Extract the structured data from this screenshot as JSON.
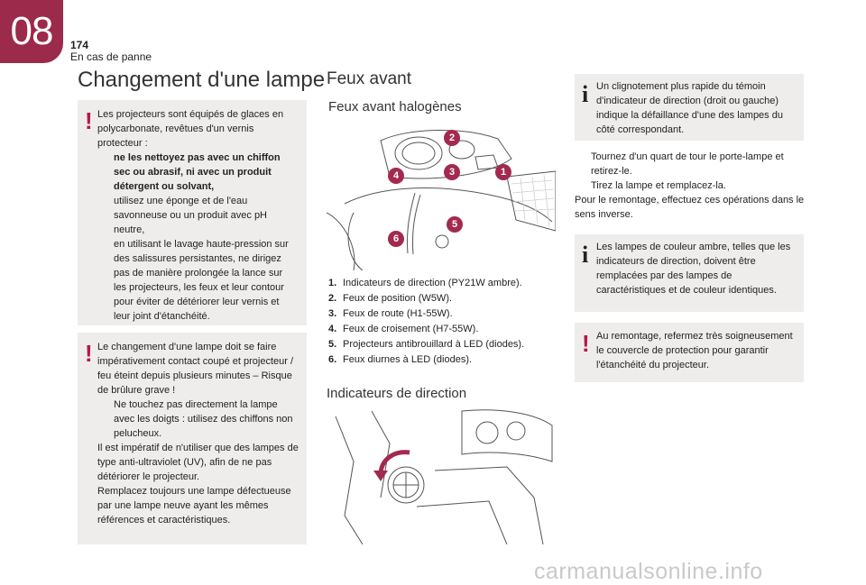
{
  "header": {
    "chapter_number": "08",
    "page_number": "174",
    "chapter_name": "En cas de panne"
  },
  "left": {
    "title": "Changement d'une lampe",
    "warning1": {
      "intro": "Les projecteurs sont équipés de glaces en polycarbonate, revêtues d'un vernis protecteur :",
      "bullets": [
        "ne les nettoyez pas avec un chiffon sec ou abrasif, ni avec un produit détergent ou solvant,",
        "utilisez une éponge et de l'eau savonneuse ou un produit avec pH neutre,",
        "en utilisant le lavage haute-pression sur des salissures persistantes, ne dirigez pas de manière prolongée la lance sur les projecteurs, les feux et leur contour pour éviter de détériorer leur vernis et leur joint d'étanchéité."
      ]
    },
    "warning2": {
      "intro": "Le changement d'une lampe doit se faire impérativement contact coupé et projecteur / feu éteint depuis plusieurs minutes – Risque de brûlure grave !",
      "bullet": "Ne touchez pas directement la lampe avec les doigts : utilisez des chiffons non pelucheux.",
      "para1": "Il est impératif de n'utiliser que des lampes de type anti-ultraviolet (UV), afin de ne pas détériorer le projecteur.",
      "para2": "Remplacez toujours une lampe défectueuse par une lampe neuve ayant les mêmes références et caractéristiques."
    }
  },
  "middle": {
    "title": "Feux avant",
    "subtitle_halogen": "Feux avant halogènes",
    "callouts": [
      "1",
      "2",
      "3",
      "4",
      "5",
      "6"
    ],
    "list": [
      {
        "num": "1.",
        "text": "Indicateurs de direction (PY21W ambre)."
      },
      {
        "num": "2.",
        "text": "Feux de position (W5W)."
      },
      {
        "num": "3.",
        "text": "Feux de route (H1-55W)."
      },
      {
        "num": "4.",
        "text": "Feux de croisement (H7-55W)."
      },
      {
        "num": "5.",
        "text": "Projecteurs antibrouillard à LED (diodes)."
      },
      {
        "num": "6.",
        "text": "Feux diurnes à LED (diodes)."
      }
    ],
    "subtitle_indicators": "Indicateurs de direction"
  },
  "right": {
    "info1": "Un clignotement plus rapide du témoin d'indicateur de direction (droit ou gauche) indique la défaillance d'une des lampes du côté correspondant.",
    "steps": [
      "Tournez d'un quart de tour le porte-lampe et retirez-le.",
      "Tirez la lampe et remplacez-la."
    ],
    "steps_after": "Pour le remontage, effectuez ces opérations dans le sens inverse.",
    "info2": "Les lampes de couleur ambre, telles que les indicateurs de direction, doivent être remplacées par des lampes de caractéristiques et de couleur identiques.",
    "warning3": "Au remontage, refermez très soigneusement le couvercle de protection pour garantir l'étanchéité du projecteur."
  },
  "symbols": {
    "warning": "!",
    "info": "i",
    "bullet_arrow": ""
  },
  "colors": {
    "accent": "#9c2a4b",
    "box_bg": "#efedeb",
    "warning": "#b5174b"
  },
  "watermark": "carmanualsonline.info"
}
